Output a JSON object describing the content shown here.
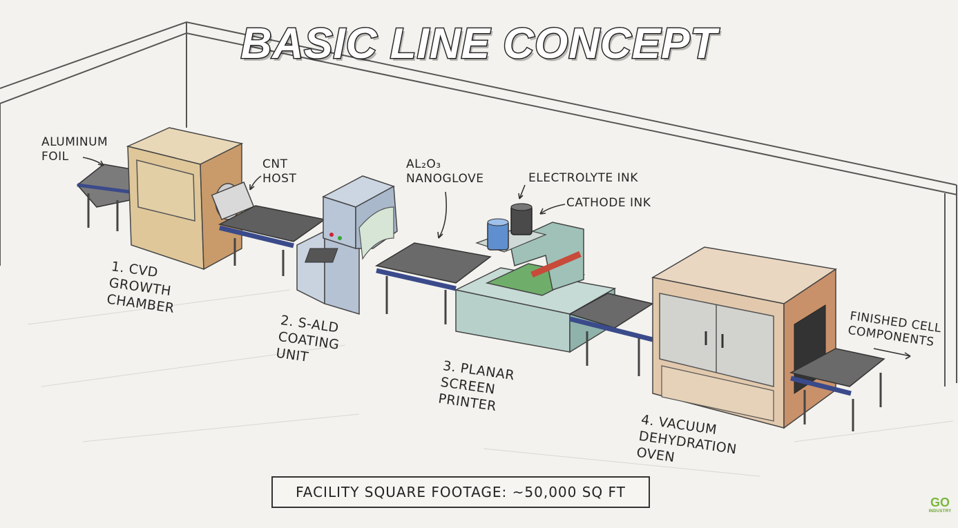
{
  "title": "BASIC LINE CONCEPT",
  "labels": {
    "aluminum_foil": "ALUMINUM\nFOIL",
    "cnt_host": "CNT\nHOST",
    "al2o3_nanoglove": "AL₂O₃\nNANOGLOVE",
    "electrolyte_ink": "ELECTROLYTE INK",
    "cathode_ink": "CATHODE INK",
    "finished": "FINISHED CELL\nCOMPONENTS"
  },
  "stations": [
    {
      "label": "1. CVD\nGROWTH\nCHAMBER"
    },
    {
      "label": "2. S-ALD\nCOATING\nUNIT"
    },
    {
      "label": "3. PLANAR\nSCREEN\nPRINTER"
    },
    {
      "label": "4. VACUUM\nDEHYDRATION\nOVEN"
    }
  ],
  "footage": "FACILITY SQUARE FOOTAGE: ~50,000 SQ FT",
  "logo": {
    "mark": "GO",
    "text": "INDUSTRY"
  }
}
